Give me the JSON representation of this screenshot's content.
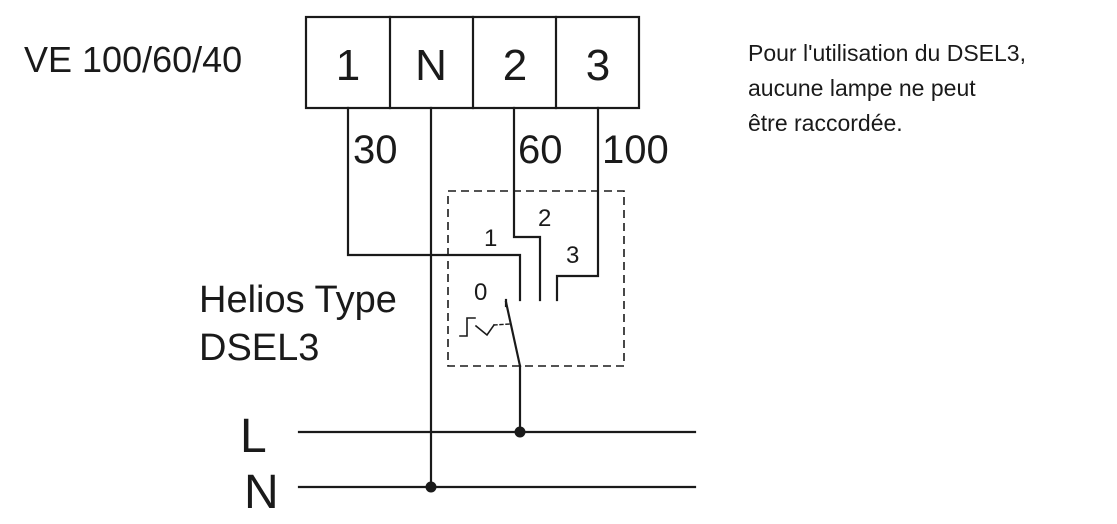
{
  "device": {
    "model_label": "VE 100/60/40",
    "terminals": [
      "1",
      "N",
      "2",
      "3"
    ]
  },
  "speed_labels": {
    "t1": "30",
    "t2": "60",
    "t3": "100"
  },
  "note": {
    "line1": "Pour l'utilisation du DSEL3,",
    "line2": "aucune lampe ne peut",
    "line3": "être raccordée."
  },
  "switch": {
    "name_line1": "Helios Type",
    "name_line2": "DSEL3",
    "positions": [
      "0",
      "1",
      "2",
      "3"
    ]
  },
  "supply": {
    "line_label": "L",
    "neutral_label": "N"
  }
}
